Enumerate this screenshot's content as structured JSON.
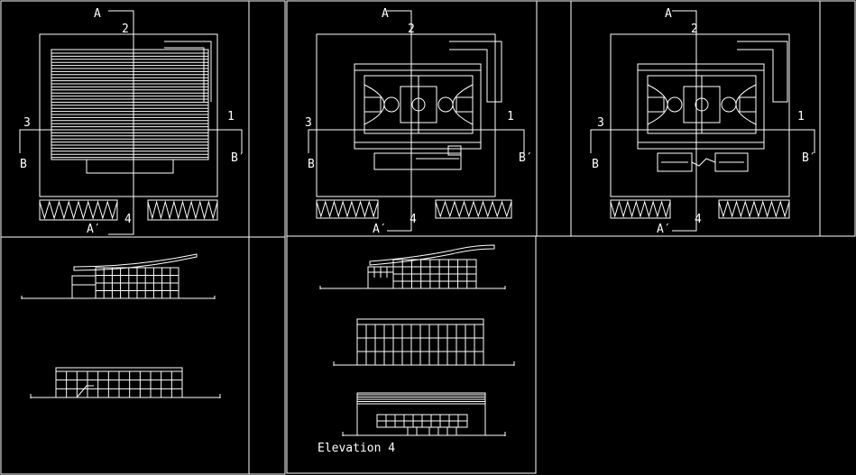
{
  "drawing": {
    "background": "#000000",
    "line_color": "#ffffff",
    "section_labels": {
      "a": "A",
      "a_prime": "A′",
      "b": "B",
      "b_prime": "B′"
    },
    "axis_labels": {
      "one": "1",
      "two": "2",
      "three": "3",
      "four": "4"
    },
    "elevation_caption": "Elevation 4"
  }
}
